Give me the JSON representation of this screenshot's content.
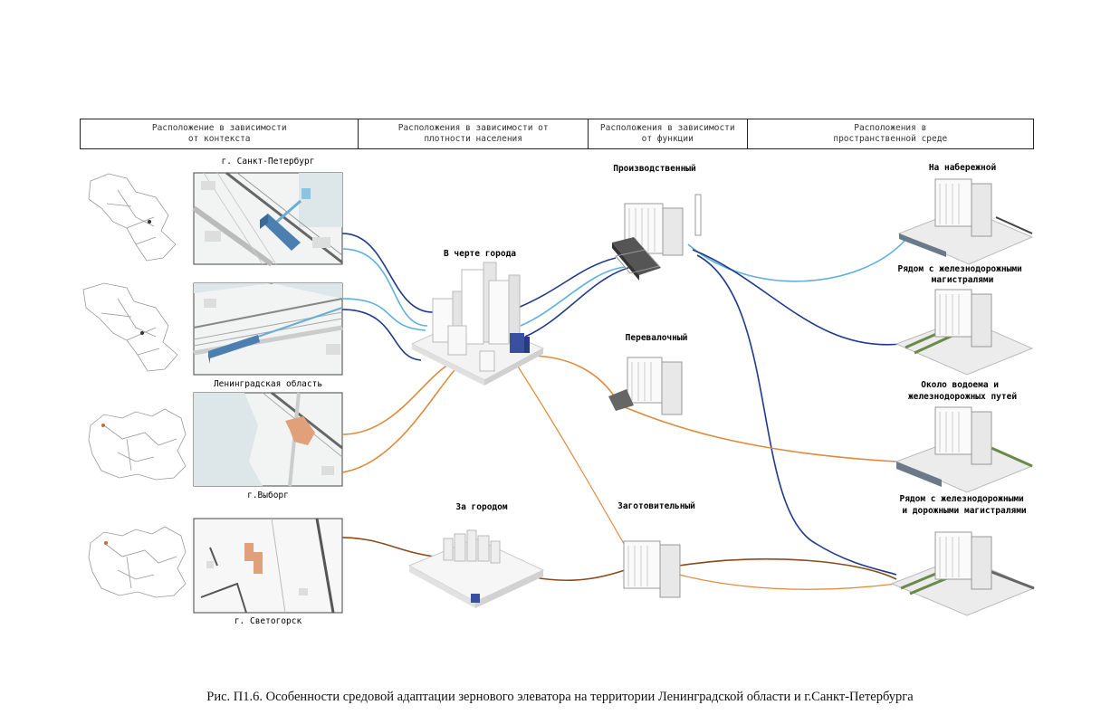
{
  "header": {
    "columns": [
      {
        "label": "Расположение в зависимости\nот контекста"
      },
      {
        "label": "Расположения в зависимости от\nплотности населения"
      },
      {
        "label": "Расположения в зависимости\nот функции"
      },
      {
        "label": "Расположения в\nпространственной среде"
      }
    ]
  },
  "context": {
    "spb": "г. Санкт-Петербург",
    "lenobl": "Ленинградская область",
    "vyborg": "г.Выборг",
    "svetogorsk": "г. Светогорск"
  },
  "density": {
    "city": "В черте города",
    "outside": "За городом"
  },
  "function": {
    "production": "Производственный",
    "transshipment": "Перевалочный",
    "procurement": "Заготовительный"
  },
  "spatial": {
    "embankment": "На набережной",
    "railway": "Рядом с железнодорожными\nмагистралями",
    "water_rail": "Около водоема и\nжелезнодорожных путей",
    "rail_road": "Рядом с железнодорожными\nи дорожными магистралями"
  },
  "caption": "Рис. П1.6. Особенности средовой адаптации зернового элеватора на территории Ленинградской области и г.Санкт-Петербурга",
  "colors": {
    "dark_blue": "#1f3a8a",
    "light_blue": "#5fb0e0",
    "orange": "#e08a3c",
    "brown": "#8a4a1a",
    "building_blue": "#4a7fb0",
    "building_orange": "#e0a07a"
  }
}
